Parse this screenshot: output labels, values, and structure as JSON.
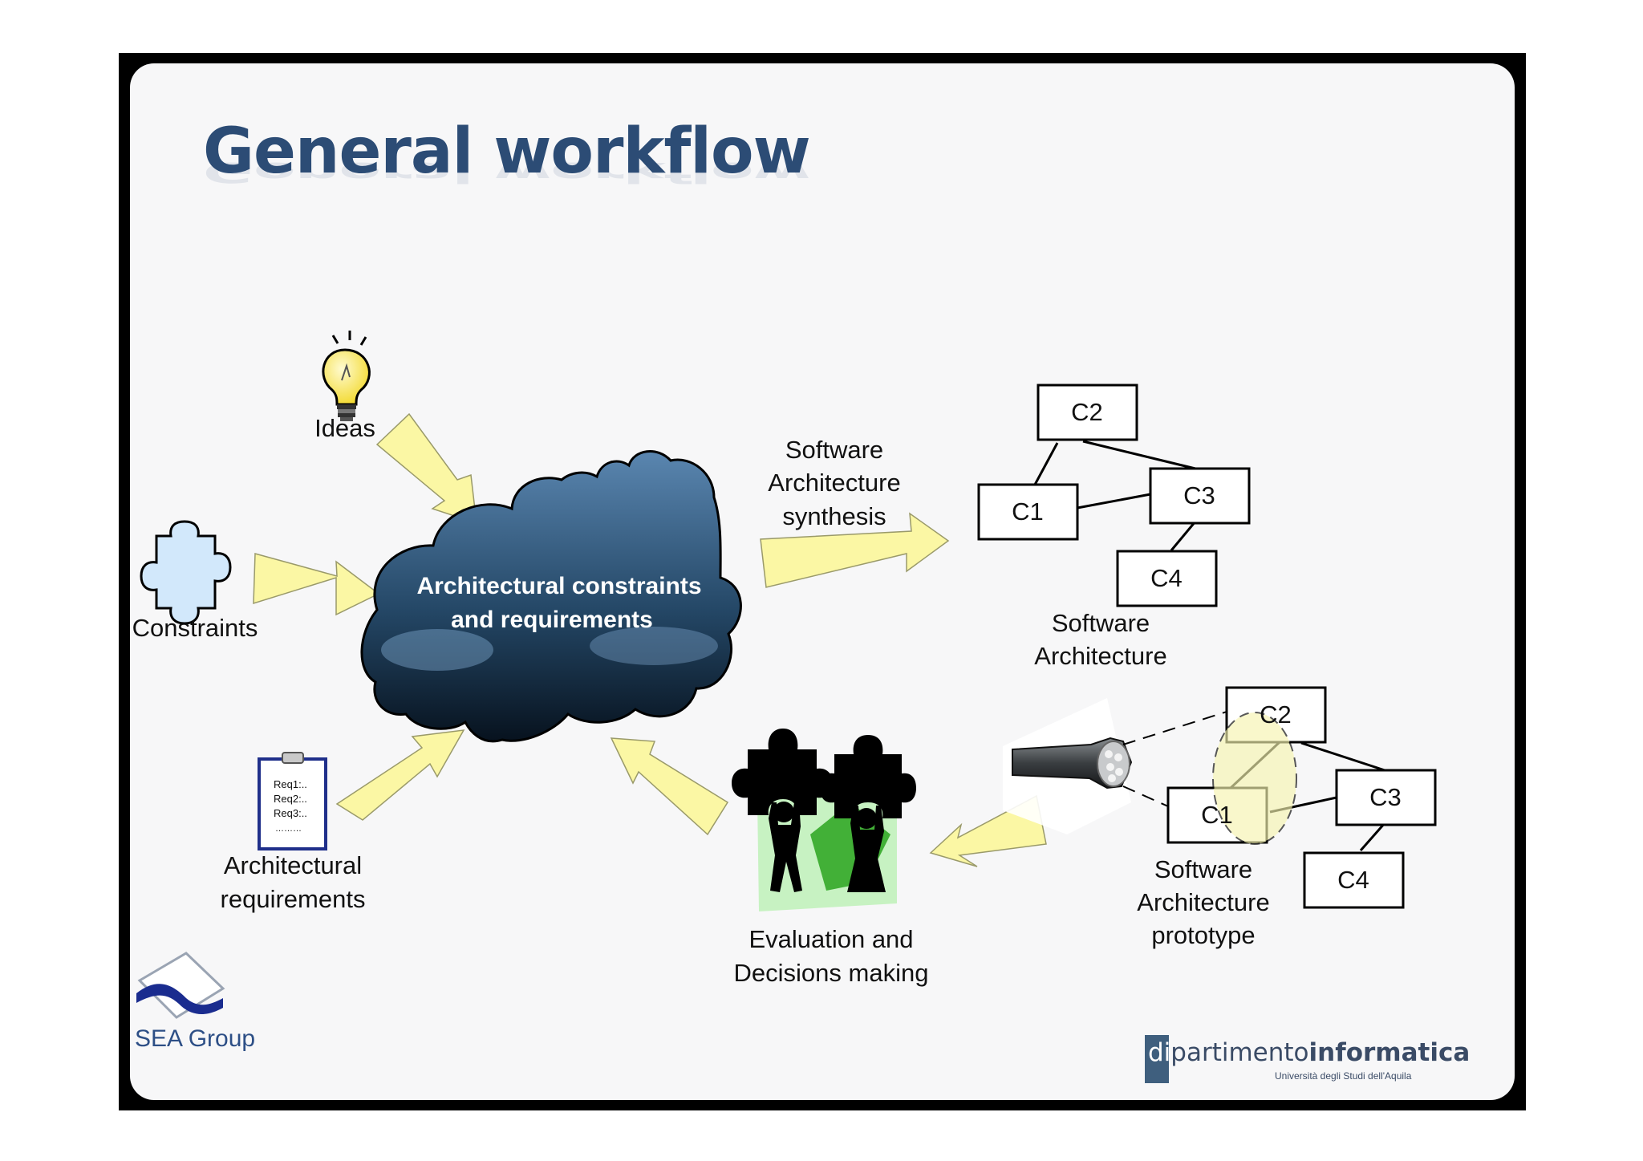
{
  "slide": {
    "title": "General workflow"
  },
  "inputs": {
    "ideas": "Ideas",
    "constraints": "Constraints",
    "requirements_line1": "Architectural",
    "requirements_line2": "requirements",
    "req_list": [
      "Req1:..",
      "Req2:..",
      "Req3:..",
      "………"
    ]
  },
  "cloud": {
    "line1": "Architectural constraints",
    "line2": "and requirements"
  },
  "synthesis": {
    "line1": "Software",
    "line2": "Architecture",
    "line3": "synthesis"
  },
  "architecture": {
    "components": [
      "C2",
      "C1",
      "C3",
      "C4"
    ],
    "label_line1": "Software",
    "label_line2": "Architecture"
  },
  "prototype": {
    "components": [
      "C2",
      "C1",
      "C3",
      "C4"
    ],
    "label_line1": "Software",
    "label_line2": "Architecture",
    "label_line3": "prototype"
  },
  "evaluation": {
    "line1": "Evaluation and",
    "line2": "Decisions making"
  },
  "footer": {
    "left_logo_text": "SEA Group",
    "right_logo_prefix": "di",
    "right_logo_main": "partimento",
    "right_logo_bold": "informatica",
    "right_logo_sub": "Università degli Studi dell'Aquila"
  },
  "colors": {
    "title": "#2c4c75",
    "arrow_fill": "#fbf7a4",
    "cloud_top": "#5a86b0",
    "cloud_bottom": "#07121e",
    "puzzle_fill": "#d2e8fb",
    "eval_background": "#c7f2c2"
  },
  "icons": [
    "lightbulb-icon",
    "puzzle-piece-icon",
    "clipboard-icon",
    "storm-cloud-icon",
    "people-with-puzzles-icon",
    "flashlight-icon",
    "sea-group-logo-icon",
    "dipartimento-logo-icon"
  ]
}
